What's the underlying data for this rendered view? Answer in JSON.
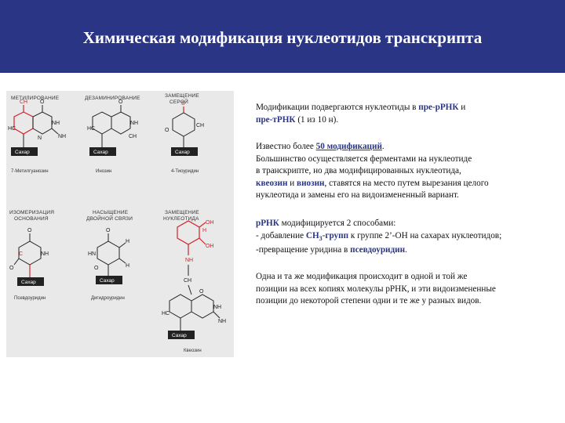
{
  "header": {
    "title": "Химическая модификация нуклеотидов транскрипта"
  },
  "figure": {
    "groups": [
      {
        "label_lines": [
          "МЕТИЛИРОВАНИЕ"
        ],
        "name": "7-Метилгуанозин"
      },
      {
        "label_lines": [
          "ДЕЗАМИНИРОВАНИЕ"
        ],
        "name": "Инозин"
      },
      {
        "label_lines": [
          "ЗАМЕЩЕНИЕ",
          "СЕРОЙ"
        ],
        "name": "4-Тиоуридин"
      },
      {
        "label_lines": [
          "ИЗОМЕРИЗАЦИЯ",
          "ОСНОВАНИЯ"
        ],
        "name": "Псевдоуридин"
      },
      {
        "label_lines": [
          "НАСЫЩЕНИЕ",
          "ДВОЙНОЙ СВЯЗИ"
        ],
        "name": "Дигидроуридин"
      },
      {
        "label_lines": [
          "ЗАМЕЩЕНИЕ",
          "НУКЛЕОТИДА"
        ],
        "name": "Квеозин"
      }
    ],
    "sugar_label": "Сахар"
  },
  "p1": {
    "a": "Модификации подвергаются нуклеотиды в ",
    "b": "пре-рРНК",
    "c": " и",
    "d": "пре-тРНК",
    "e": " (1 из 10 н)."
  },
  "p2": {
    "a": "Известно более ",
    "b": "50 модификаций",
    "c": ".",
    "line2": "Большинство осуществляется ферментами на нуклеотиде",
    "line3": "в транскрипте, но два модифицированных нуклеотида,",
    "d": "квеозин",
    "e": " и ",
    "f": "виозин",
    "g": ", ставятся на место путем вырезания целого",
    "line5": "нуклеотида и замены его на видоизмененный вариант."
  },
  "p3": {
    "a": "рРНК",
    "b": " модифицируется 2 способами:",
    "c": "- добавление ",
    "d": "СН",
    "e": "3",
    "f": "-групп",
    "g": " к группе 2’-ОН на сахарах нуклеотидов;",
    "h": "-превращение уридина в ",
    "i": "псевдоуридин",
    "j": "."
  },
  "p4": {
    "line1": "Одна и та же модификация происходит в одной и той же",
    "line2": "позиции на всех копиях молекулы рРНК, и эти видоизмененные",
    "line3": "позиции до некоторой степени одни и те же у разных видов."
  }
}
